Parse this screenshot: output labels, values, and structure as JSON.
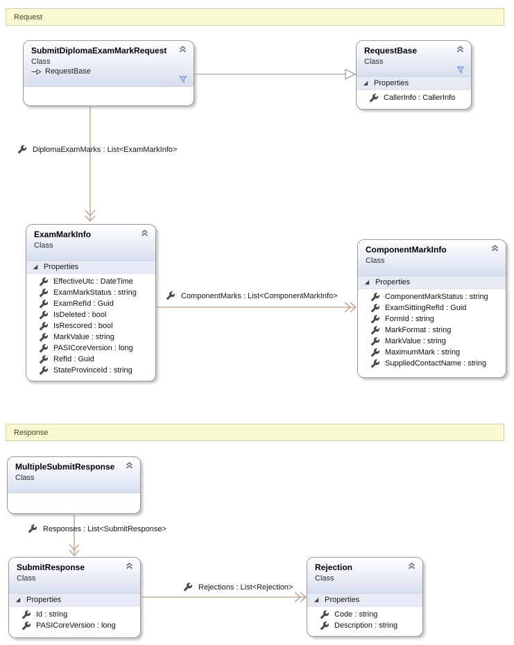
{
  "groups": [
    {
      "label": "Request"
    },
    {
      "label": "Response"
    }
  ],
  "classes": [
    {
      "title": "SubmitDiplomaExamMarkRequest",
      "kind": "Class",
      "inherits": "RequestBase"
    },
    {
      "title": "RequestBase",
      "kind": "Class",
      "properties_label": "Properties",
      "properties": [
        "CallerInfo : CallerInfo"
      ]
    },
    {
      "title": "ExamMarkInfo",
      "kind": "Class",
      "properties_label": "Properties",
      "properties": [
        "EffectiveUtc : DateTime",
        "ExamMarkStatus : string",
        "ExamRefId : Guid",
        "IsDeleted : bool",
        "IsRescored : bool",
        "MarkValue : string",
        "PASICoreVersion : long",
        "RefId : Guid",
        "StateProvinceId : string"
      ]
    },
    {
      "title": "ComponentMarkInfo",
      "kind": "Class",
      "properties_label": "Properties",
      "properties": [
        "ComponentMarkStatus : string",
        "ExamSittingRefId : Guid",
        "FormId : string",
        "MarkFormat : string",
        "MarkValue : string",
        "MaximumMark : string",
        "SuppliedContactName : string"
      ]
    },
    {
      "title": "MultipleSubmitResponse",
      "kind": "Class"
    },
    {
      "title": "SubmitResponse",
      "kind": "Class",
      "properties_label": "Properties",
      "properties": [
        "Id : string",
        "PASICoreVersion : long"
      ]
    },
    {
      "title": "Rejection",
      "kind": "Class",
      "properties_label": "Properties",
      "properties": [
        "Code : string",
        "Description : string"
      ]
    }
  ],
  "associations": [
    {
      "label": "DiplomaExamMarks : List<ExamMarkInfo>"
    },
    {
      "label": "ComponentMarks : List<ComponentMarkInfo>"
    },
    {
      "label": "Responses : List<SubmitResponse>"
    },
    {
      "label": "Rejections : List<Rejection>"
    }
  ],
  "icons": {
    "collapse": "chevron-double-up",
    "filter": "funnel",
    "property": "wrench",
    "expanded": "triangle-expanded",
    "inheritance": "hollow-arrow-right"
  },
  "colors": {
    "association_line": "#c09a80",
    "inheritance_line": "#a6a6a6",
    "group_fill": "#fafad2",
    "group_border": "#d6d29e",
    "header_gradient_bottom": "#d7deee",
    "properties_band": "#e7eaf4",
    "funnel_blue": "#6f94cf"
  }
}
